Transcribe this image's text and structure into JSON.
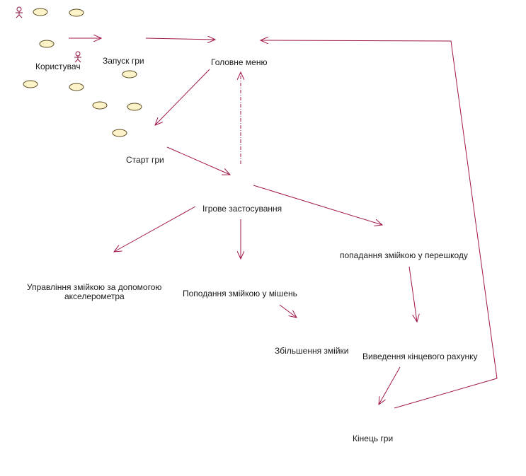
{
  "colors": {
    "line": "#a0174a",
    "ellipse_fill": "#fdf3c8",
    "ellipse_stroke": "#5a4a20",
    "actor": "#8a1040",
    "text": "#1a1a1a"
  },
  "icons": [
    "actor-icon",
    "use-case-ellipse-icon"
  ],
  "labels": {
    "user": "Користувач",
    "launch": "Запуск гри",
    "main_menu": "Головне меню",
    "start": "Старт гри",
    "gameplay": "Ігрове застосування",
    "control_line1": "Управління змійкою за допомогою",
    "control_line2": "акселерометра",
    "hit_target": "Поподання змійкою у мішень",
    "hit_obstacle": "попадання змійкою у перешкоду",
    "grow": "Збільшення змійки",
    "final_score": "Виведення кінцевого рахунку",
    "game_over": "Кінець гри"
  }
}
